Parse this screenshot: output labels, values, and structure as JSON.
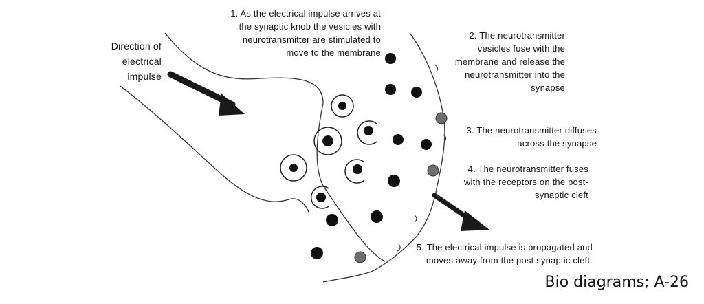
{
  "title_label": [
    "Direction of",
    "electrical",
    "impulse"
  ],
  "steps": [
    {
      "number": "1.",
      "lines": [
        "As the electrical impulse arrives at",
        "the synaptic knob the vesicles with",
        "neurotransmitter are stimulated to",
        "move to the membrane"
      ]
    },
    {
      "number": "2.",
      "lines": [
        "The neurotransmitter",
        "vesicles fuse with the",
        "membrane and release the",
        "neurotransmitter into the",
        "synapse"
      ]
    },
    {
      "number": "3.",
      "lines": [
        "The neurotransmitter diffuses",
        "across the synapse"
      ]
    },
    {
      "number": "4.",
      "lines": [
        "The neurotransmitter fuses",
        "with the receptors on the post-",
        "synaptic cleft"
      ]
    },
    {
      "number": "5.",
      "lines": [
        "The electrical impulse is propagated and",
        "moves away from the post synaptic cleft."
      ]
    }
  ],
  "caption": "Bio diagrams; A-26",
  "colors": {
    "ink": "#111111",
    "receptor_gray": "#6e6e6e"
  }
}
